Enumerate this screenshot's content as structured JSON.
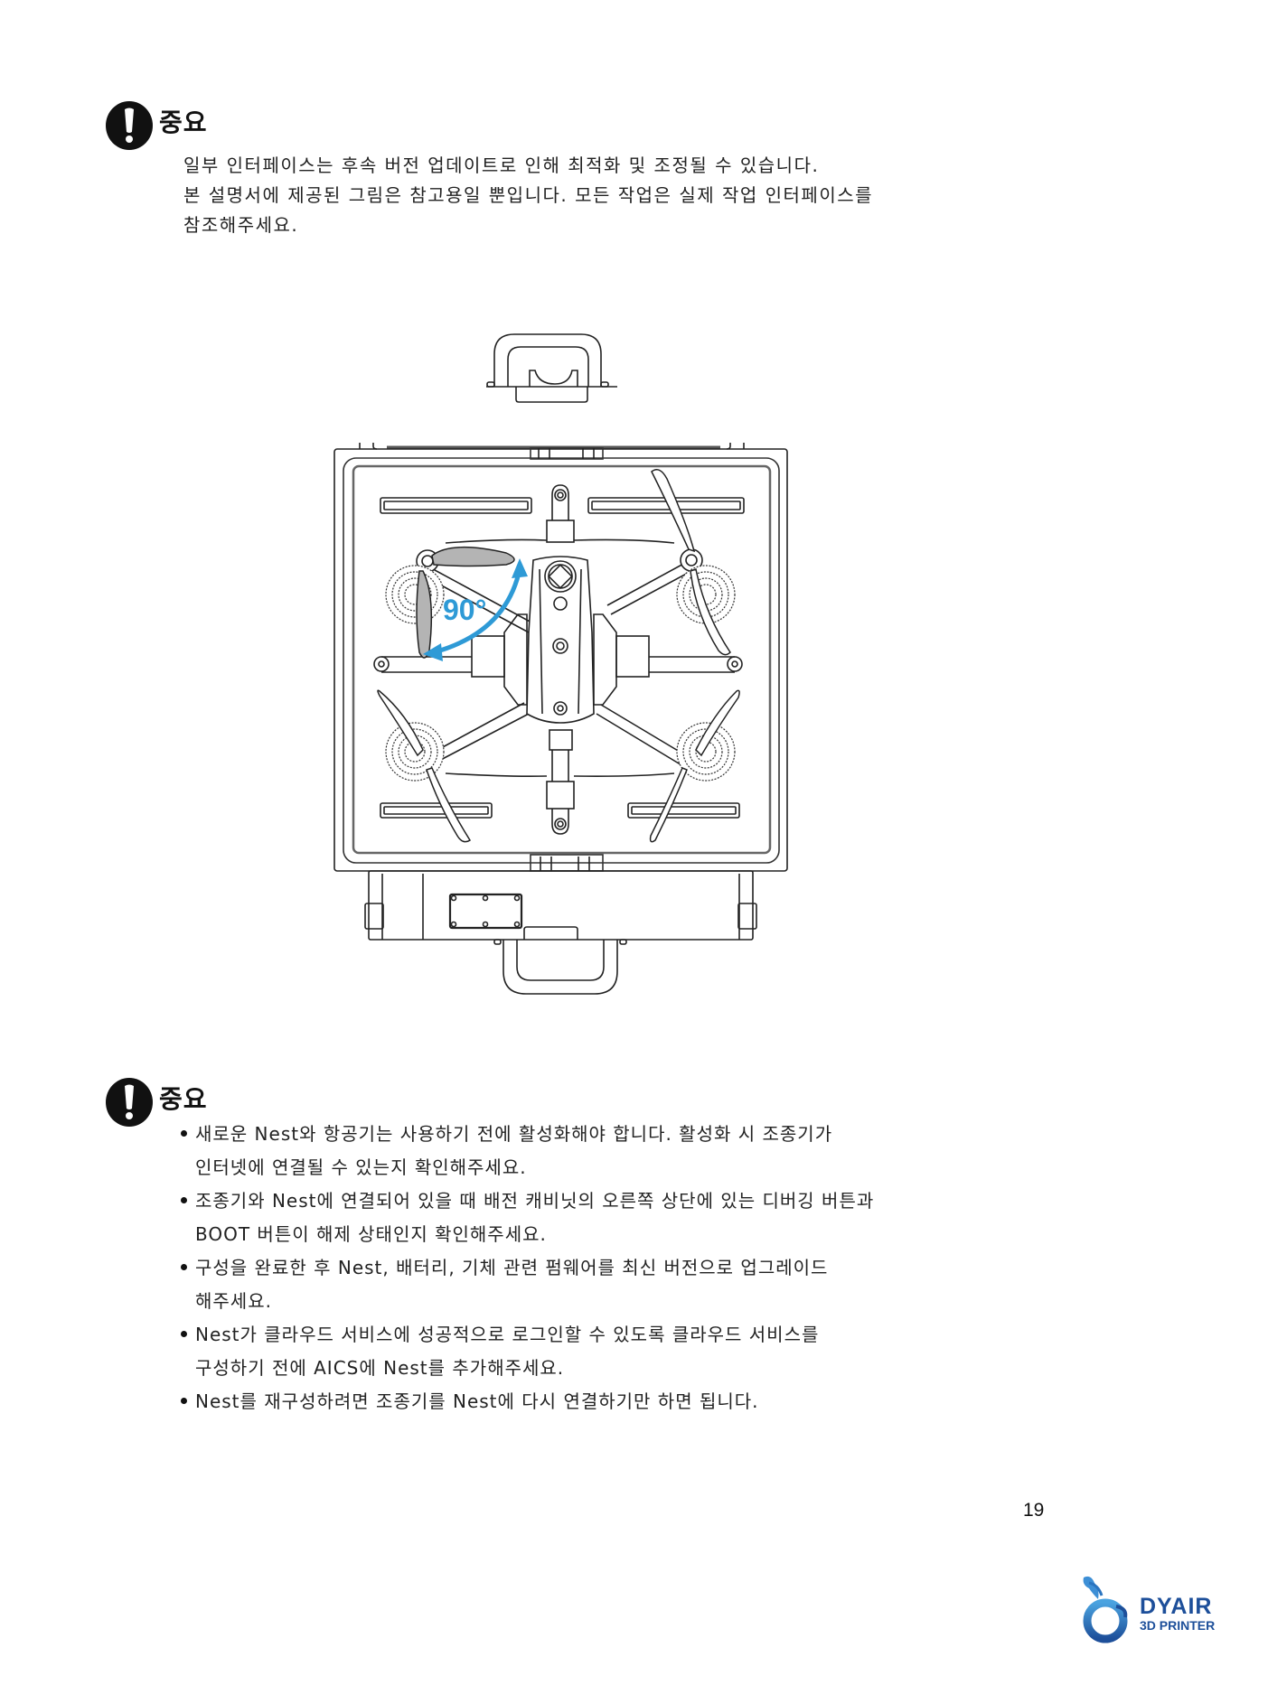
{
  "notice1": {
    "icon": "exclamation-circle-icon",
    "title": "중요",
    "lines": [
      "일부 인터페이스는 후속 버전 업데이트로 인해 최적화 및 조정될 수 있습니다.",
      "본 설명서에 제공된 그림은 참고용일 뿐입니다. 모든 작업은 실제 작업 인터페이스를",
      "참조해주세요."
    ]
  },
  "diagram": {
    "description": "Top view of drone inside Nest cabinet with propeller folded",
    "angle_label": "90°",
    "accent_color": "#2e9ad6"
  },
  "notice2": {
    "icon": "exclamation-circle-icon",
    "title": "중요",
    "bullets": [
      {
        "lines": [
          "새로운 Nest와 항공기는 사용하기 전에 활성화해야 합니다. 활성화 시 조종기가",
          "인터넷에 연결될 수 있는지 확인해주세요."
        ]
      },
      {
        "lines": [
          "조종기와 Nest에 연결되어 있을 때 배전 캐비닛의 오른쪽 상단에 있는 디버깅 버튼과",
          "BOOT 버튼이 해제 상태인지 확인해주세요."
        ]
      },
      {
        "lines": [
          "구성을 완료한 후 Nest, 배터리, 기체 관련 펌웨어를 최신 버전으로 업그레이드",
          "해주세요."
        ]
      },
      {
        "lines": [
          "Nest가 클라우드 서비스에 성공적으로 로그인할 수 있도록 클라우드 서비스를",
          "구성하기 전에 AICS에 Nest를 추가해주세요."
        ]
      },
      {
        "lines": [
          "Nest를 재구성하려면 조종기를 Nest에 다시 연결하기만 하면 됩니다."
        ]
      }
    ]
  },
  "footer": {
    "page_number": "19",
    "logo": {
      "line1": "DYAIR",
      "line2": "3D PRINTER",
      "color": "#1d4f9a"
    }
  }
}
